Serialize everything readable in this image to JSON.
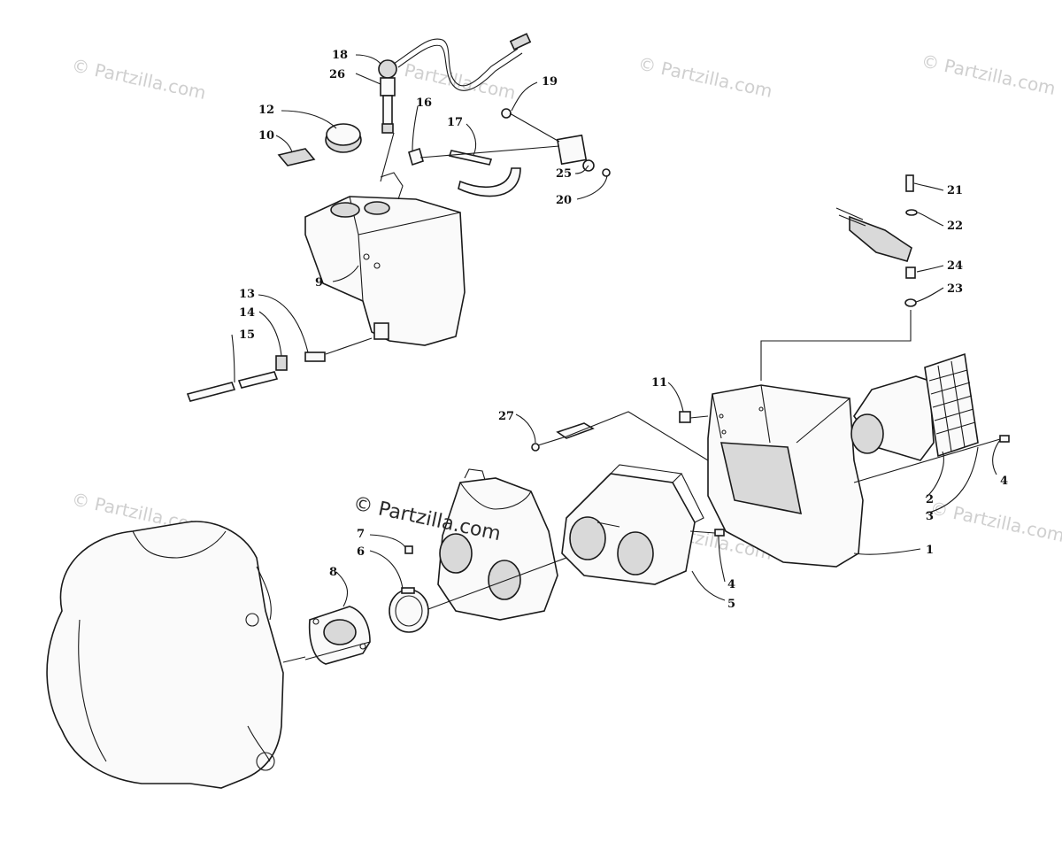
{
  "watermarks": {
    "main": "© Partzilla.com",
    "faint": "© Partzilla.com"
  },
  "callouts": {
    "c1": "1",
    "c2": "2",
    "c3": "3",
    "c4a": "4",
    "c4b": "4",
    "c5": "5",
    "c6": "6",
    "c7": "7",
    "c8": "8",
    "c9": "9",
    "c10": "10",
    "c11": "11",
    "c12": "12",
    "c13": "13",
    "c14": "14",
    "c15": "15",
    "c16": "16",
    "c17": "17",
    "c18": "18",
    "c19": "19",
    "c20": "20",
    "c21": "21",
    "c22": "22",
    "c23": "23",
    "c24": "24",
    "c25": "25",
    "c26": "26",
    "c27": "27"
  }
}
